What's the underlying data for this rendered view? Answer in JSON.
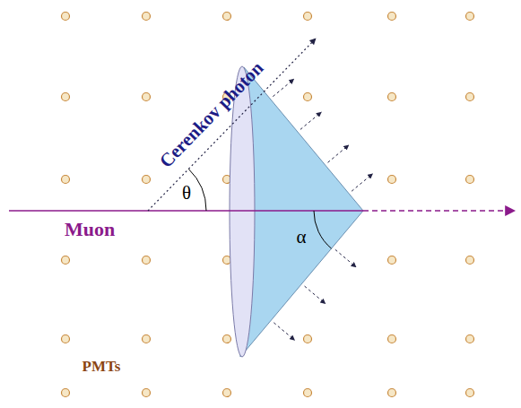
{
  "diagram": {
    "labels": [
      "Cerenkov photon",
      "θ",
      "Muon",
      "α",
      "PMTs"
    ]
  }
}
